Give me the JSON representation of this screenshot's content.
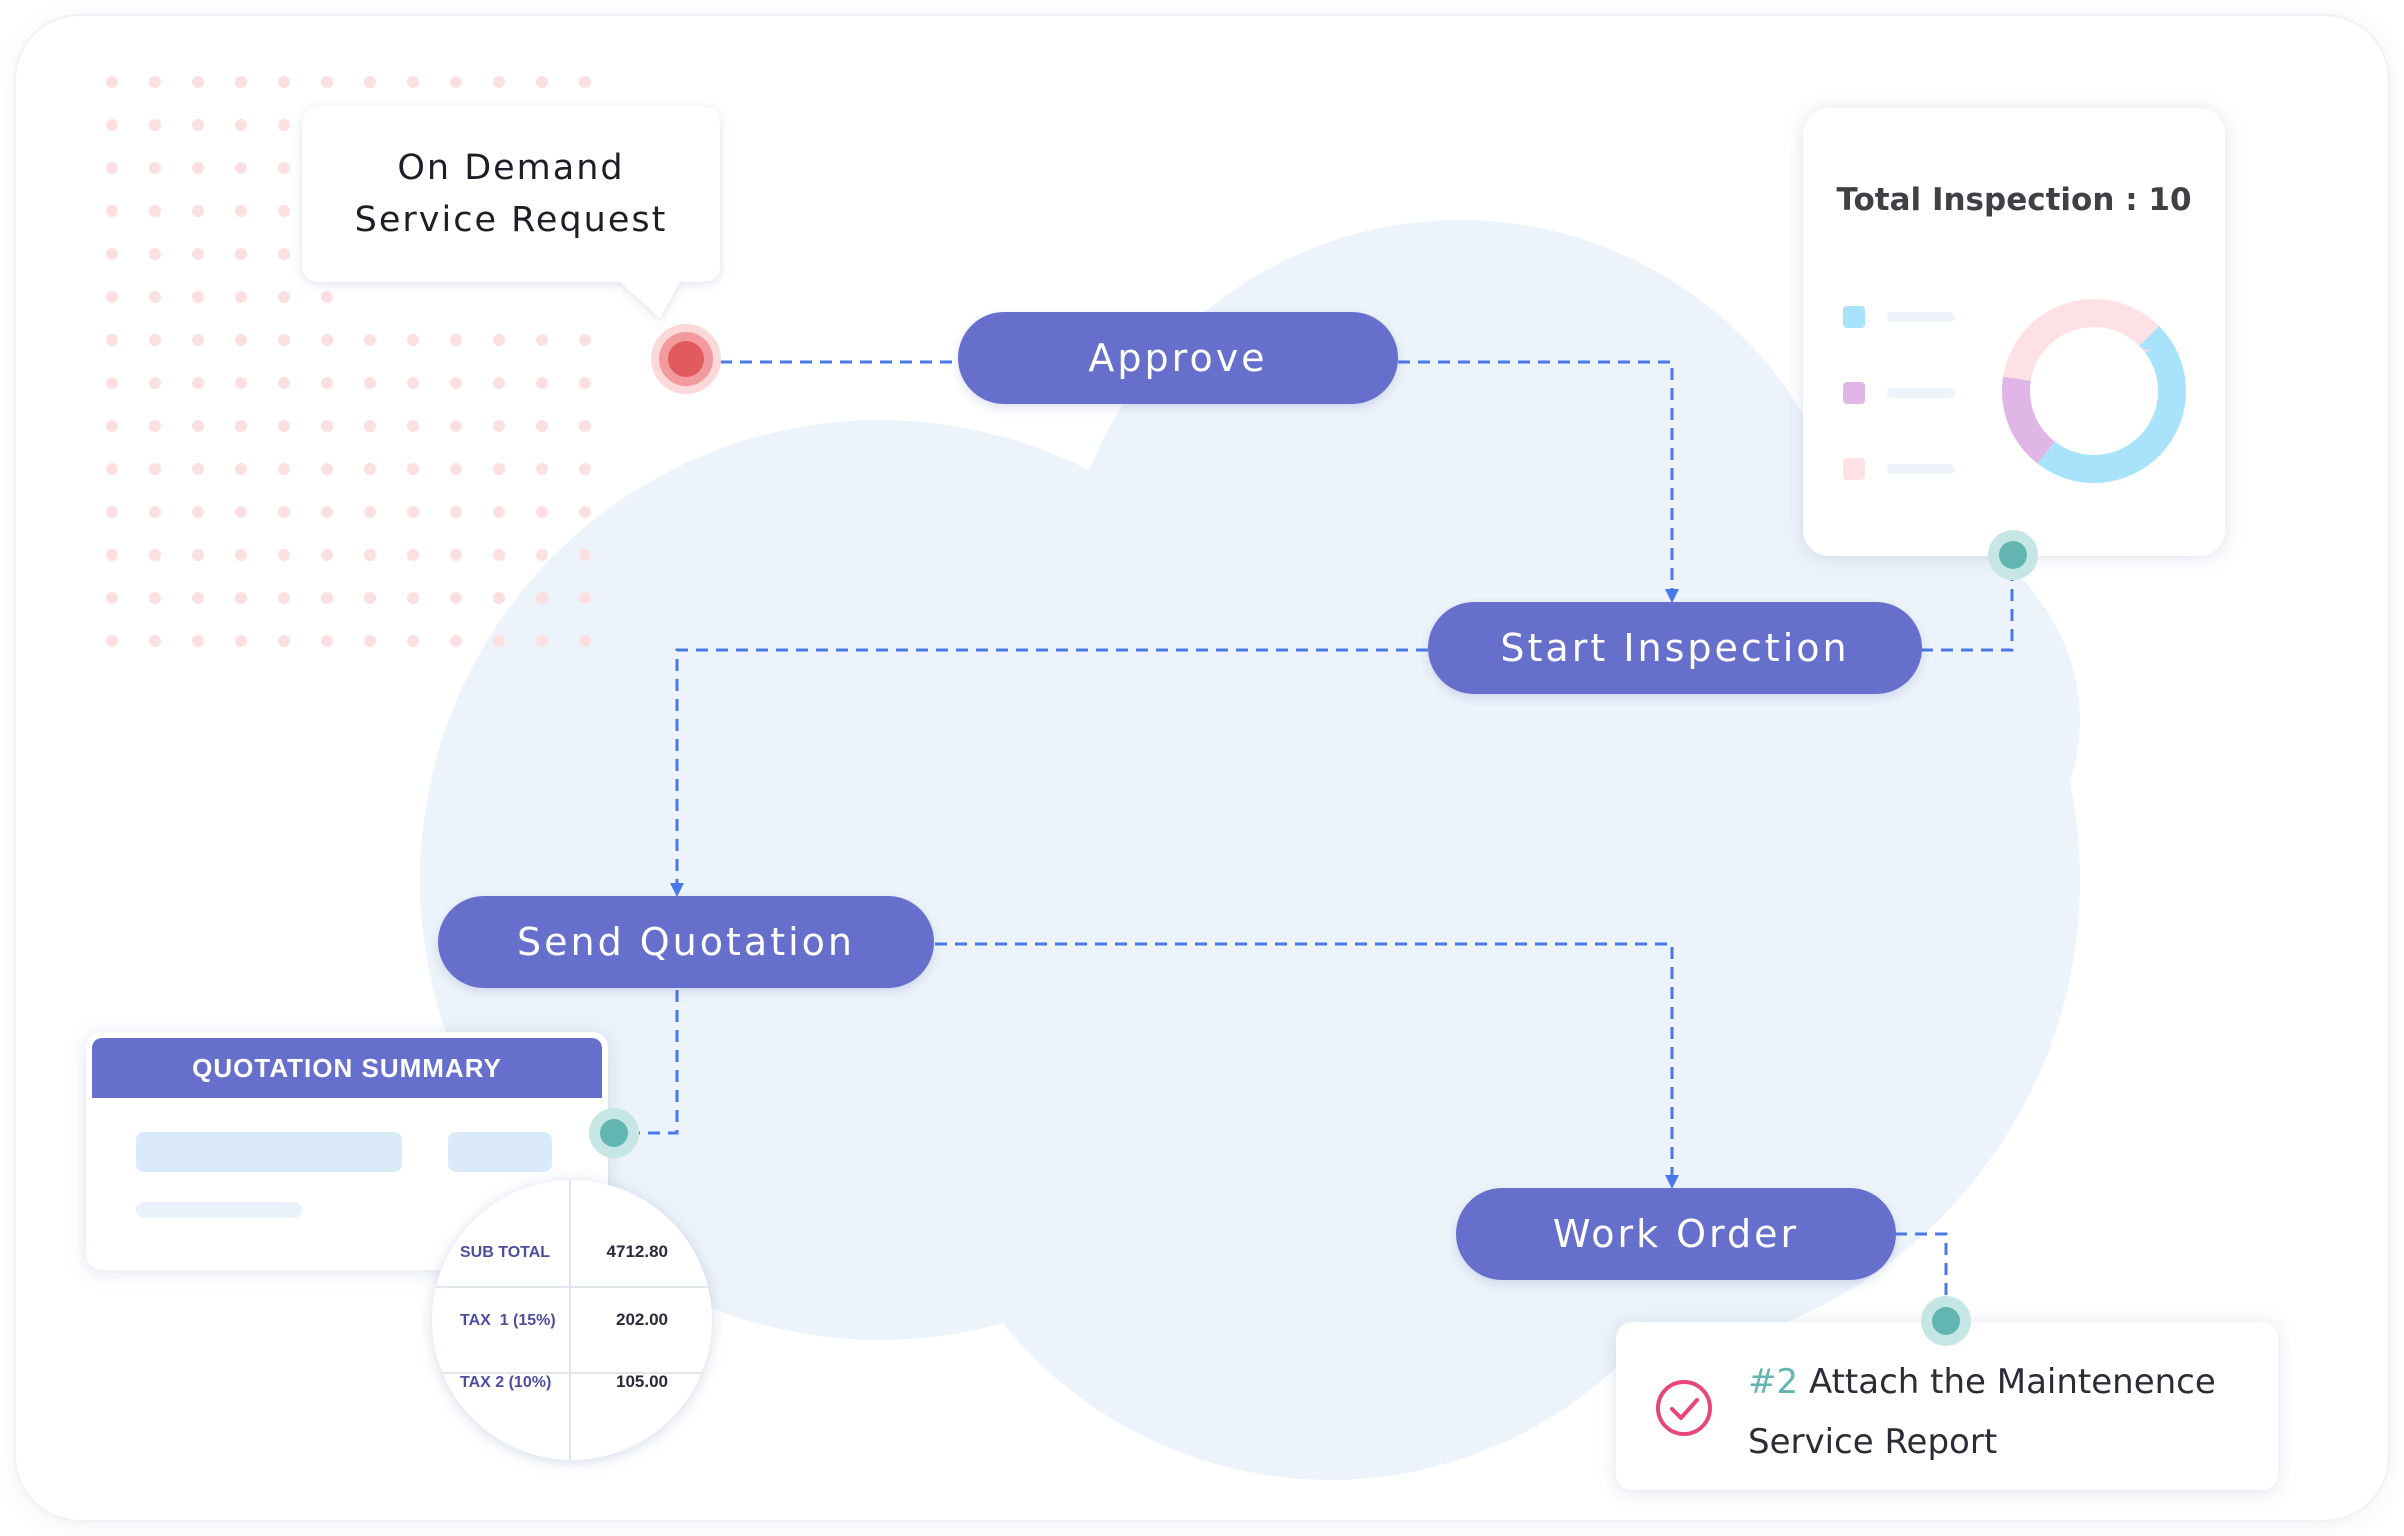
{
  "request": {
    "line1": "On Demand",
    "line2": "Service Request"
  },
  "steps": {
    "approve": "Approve",
    "start_inspection": "Start Inspection",
    "send_quotation": "Send Quotation",
    "work_order": "Work Order"
  },
  "inspection": {
    "title": "Total Inspection : 10",
    "donut": [
      {
        "color": "#a8e3fb",
        "share": 0.48
      },
      {
        "color": "#dfb6e6",
        "share": 0.17
      },
      {
        "color": "#fde1e4",
        "share": 0.35
      }
    ]
  },
  "quotation_summary": {
    "title": "QUOTATION SUMMARY",
    "rows": [
      {
        "label": "SUB TOTAL",
        "value": "4712.80"
      },
      {
        "label": "TAX  1 (15%)",
        "value": "202.00"
      },
      {
        "label": "TAX 2 (10%)",
        "value": "105.00"
      }
    ]
  },
  "task": {
    "number": "#2",
    "line1": "Attach the Maintenence",
    "line2": "Service Report"
  },
  "colors": {
    "pill": "#6670cc",
    "connector": "#4a78e8",
    "node_red": "#e05a5e",
    "node_teal": "#62b5b0",
    "cloud": "#edf3fa",
    "dot_grid": "#fbdfe1",
    "check": "#e8457a"
  }
}
